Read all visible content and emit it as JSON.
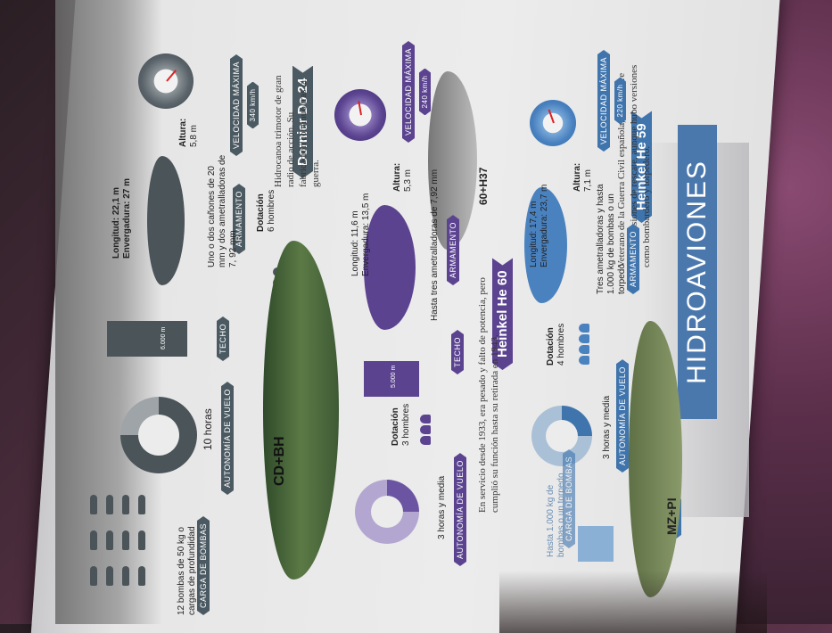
{
  "page_title": "HIDROAVIONES",
  "aircraft": [
    {
      "name": "Heinkel He 59",
      "description": "Veterano de la Guerra Civil española, actuó sobre todo en misiones de rescate, aunque hubo versiones como bombardero y torpedero.",
      "speed_label": "VELOCIDAD MÁXIMA",
      "speed_value": "220 km/h",
      "gauge_ticks": [
        "0",
        "100",
        "200",
        "300",
        "400",
        "500",
        "600",
        "700",
        "800",
        "900"
      ],
      "height_label": "Altura:",
      "height_value": "7,1 m",
      "length": "Longitud: 17,4 m",
      "wingspan": "Envergadura: 23,7 m",
      "armament_label": "ARMAMENTO",
      "armament": "Tres ametralladoras y hasta 1.000 kg de bombas o un torpedo",
      "crew_label": "Dotación",
      "crew_value": "4 hombres",
      "crew_count": 4,
      "range_label": "AUTONOMÍA DE VUELO",
      "range_value": "3 horas y media",
      "ceiling_label": "TECHO",
      "ceiling_ticks": [
        "0",
        "500",
        "1000",
        "2000",
        "3000",
        "4000",
        "5000",
        "6000"
      ],
      "bomb_label": "CARGA DE BOMBAS",
      "bomb_value": "Hasta 1.000 kg de bombas o un torpedo",
      "marking": "MZ+PI",
      "color": "#3f74ad"
    },
    {
      "name": "Heinkel He 60",
      "description": "En servicio desde 1933, era pesado y falto de potencia, pero cumplió su función hasta su retirada en 1943.",
      "speed_label": "VELOCIDAD MÁXIMA",
      "speed_value": "240 km/h",
      "gauge_ticks": [
        "0",
        "100",
        "200",
        "300",
        "400",
        "500",
        "600",
        "700",
        "800",
        "900"
      ],
      "height_label": "Altura:",
      "height_value": "5,3 m",
      "length": "Longitud: 11,6 m",
      "wingspan": "Envergadura: 13,5 m",
      "armament_label": "ARMAMENTO",
      "armament": "Hasta tres ametralladoras de 7,92 mm",
      "crew_label": "Dotación",
      "crew_value": "3 hombres",
      "crew_count": 3,
      "range_label": "AUTONOMÍA DE VUELO",
      "range_value": "3 horas y media",
      "range_ticks": [
        "0",
        "3",
        "6",
        "9"
      ],
      "ceiling_label": "TECHO",
      "ceiling_value": "5.000 m",
      "ceiling_ticks": [
        "0",
        "500",
        "1000",
        "2000",
        "3000",
        "4000",
        "5000",
        "6000"
      ],
      "marking": "60+H37",
      "color": "#5b4390"
    },
    {
      "name": "Dornier Do 24",
      "description": "Hidrocanoa trimotor de gran radio de acción. Su fabricación continuó tras la guerra.",
      "speed_label": "VELOCIDAD MÁXIMA",
      "speed_value": "340 km/h",
      "gauge_ticks": [
        "0",
        "100",
        "200",
        "300",
        "400",
        "500",
        "600",
        "700",
        "800",
        "900"
      ],
      "height_label": "Altura:",
      "height_value": "5,8 m",
      "length": "Longitud: 22,1 m",
      "wingspan": "Envergadura: 27 m",
      "armament_label": "ARMAMENTO",
      "armament": "Uno o dos cañones de 20 mm y dos ametralladoras de 7, 92 mm",
      "crew_label": "Dotación",
      "crew_value": "6 hombres",
      "crew_count": 6,
      "range_label": "AUTONOMÍA DE VUELO",
      "range_value": "10 horas",
      "range_ticks": [
        "0",
        "3",
        "6",
        "9"
      ],
      "ceiling_label": "TECHO",
      "ceiling_value": "6.000 m",
      "ceiling_ticks": [
        "0",
        "500",
        "1000",
        "2000",
        "3000",
        "4000",
        "5000",
        "6000",
        "7000"
      ],
      "bomb_label": "CARGA DE BOMBAS",
      "bomb_value": "12 bombas de 50 kg o cargas de profundidad",
      "bomb_count": 12,
      "marking": "CD+BH",
      "color": "#4b5a62"
    }
  ]
}
